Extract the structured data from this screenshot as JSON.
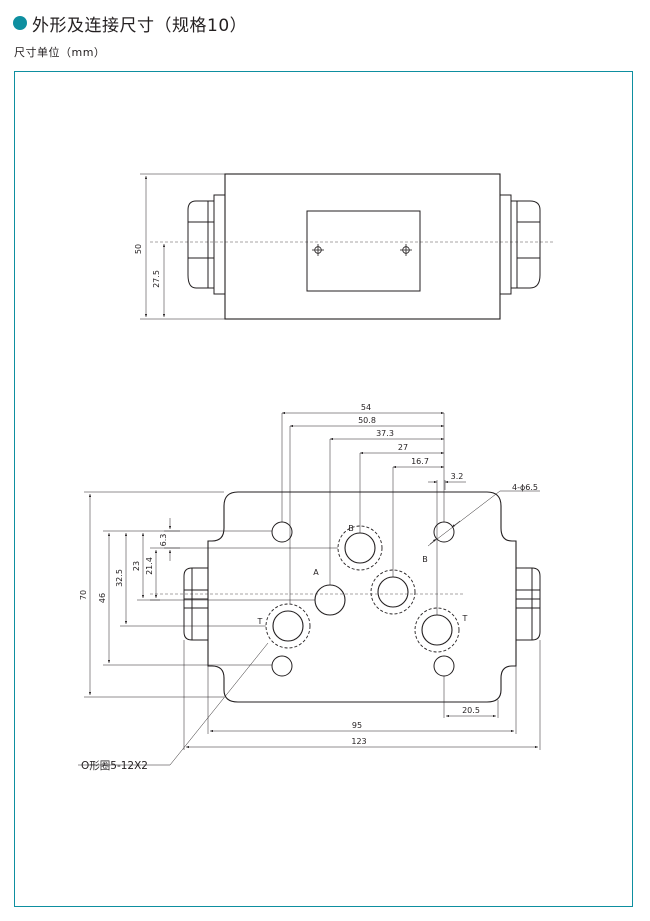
{
  "header": {
    "title": "外形及连接尺寸（规格10）",
    "unit_note": "尺寸单位（mm）"
  },
  "colors": {
    "accent": "#0e8fa0",
    "line": "#231f20"
  },
  "top_view": {
    "dims": {
      "height_total": "50",
      "height_half": "27.5"
    }
  },
  "bottom_view": {
    "dims_top": {
      "d54": "54",
      "d50_8": "50.8",
      "d37_3": "37.3",
      "d27": "27",
      "d16_7": "16.7",
      "d3_2": "3.2"
    },
    "dims_left": {
      "d70": "70",
      "d46": "46",
      "d32_5": "32.5",
      "d23": "23",
      "d21_4": "21.4",
      "d6_3": "6.3"
    },
    "dims_bottom": {
      "d20_5": "20.5",
      "d95": "95",
      "d123": "123"
    },
    "hole_note": "4-ϕ6.5",
    "port_labels": {
      "a_label": "A",
      "b_top_label": "B",
      "b_side_label": "B",
      "t_left_label": "T",
      "t_right_label": "T"
    },
    "oring_note": "O形圈5-12X2"
  }
}
